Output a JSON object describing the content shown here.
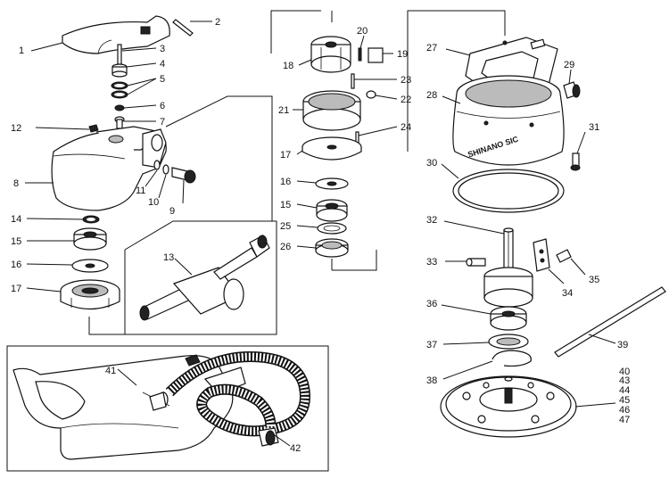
{
  "diagram": {
    "part_numbers": {
      "p1": "1",
      "p2": "2",
      "p3": "3",
      "p4": "4",
      "p5": "5",
      "p6": "6",
      "p7": "7",
      "p8": "8",
      "p9": "9",
      "p10": "10",
      "p11": "11",
      "p12": "12",
      "p13": "13",
      "p14": "14",
      "p15a": "15",
      "p16a": "16",
      "p17a": "17",
      "p15b": "15",
      "p16b": "16",
      "p17b": "17",
      "p18": "18",
      "p19": "19",
      "p20": "20",
      "p21": "21",
      "p22": "22",
      "p23": "23",
      "p24": "24",
      "p25": "25",
      "p26": "26",
      "p27": "27",
      "p28": "28",
      "p29": "29",
      "p30": "30",
      "p31": "31",
      "p32": "32",
      "p33": "33",
      "p34": "34",
      "p35": "35",
      "p36": "36",
      "p37": "37",
      "p38": "38",
      "p39": "39",
      "p40": "40",
      "p41": "41",
      "p42": "42",
      "p43": "43",
      "p44": "44",
      "p45": "45",
      "p46": "46",
      "p47": "47"
    },
    "housing_marking": "SHINANO SIC"
  }
}
